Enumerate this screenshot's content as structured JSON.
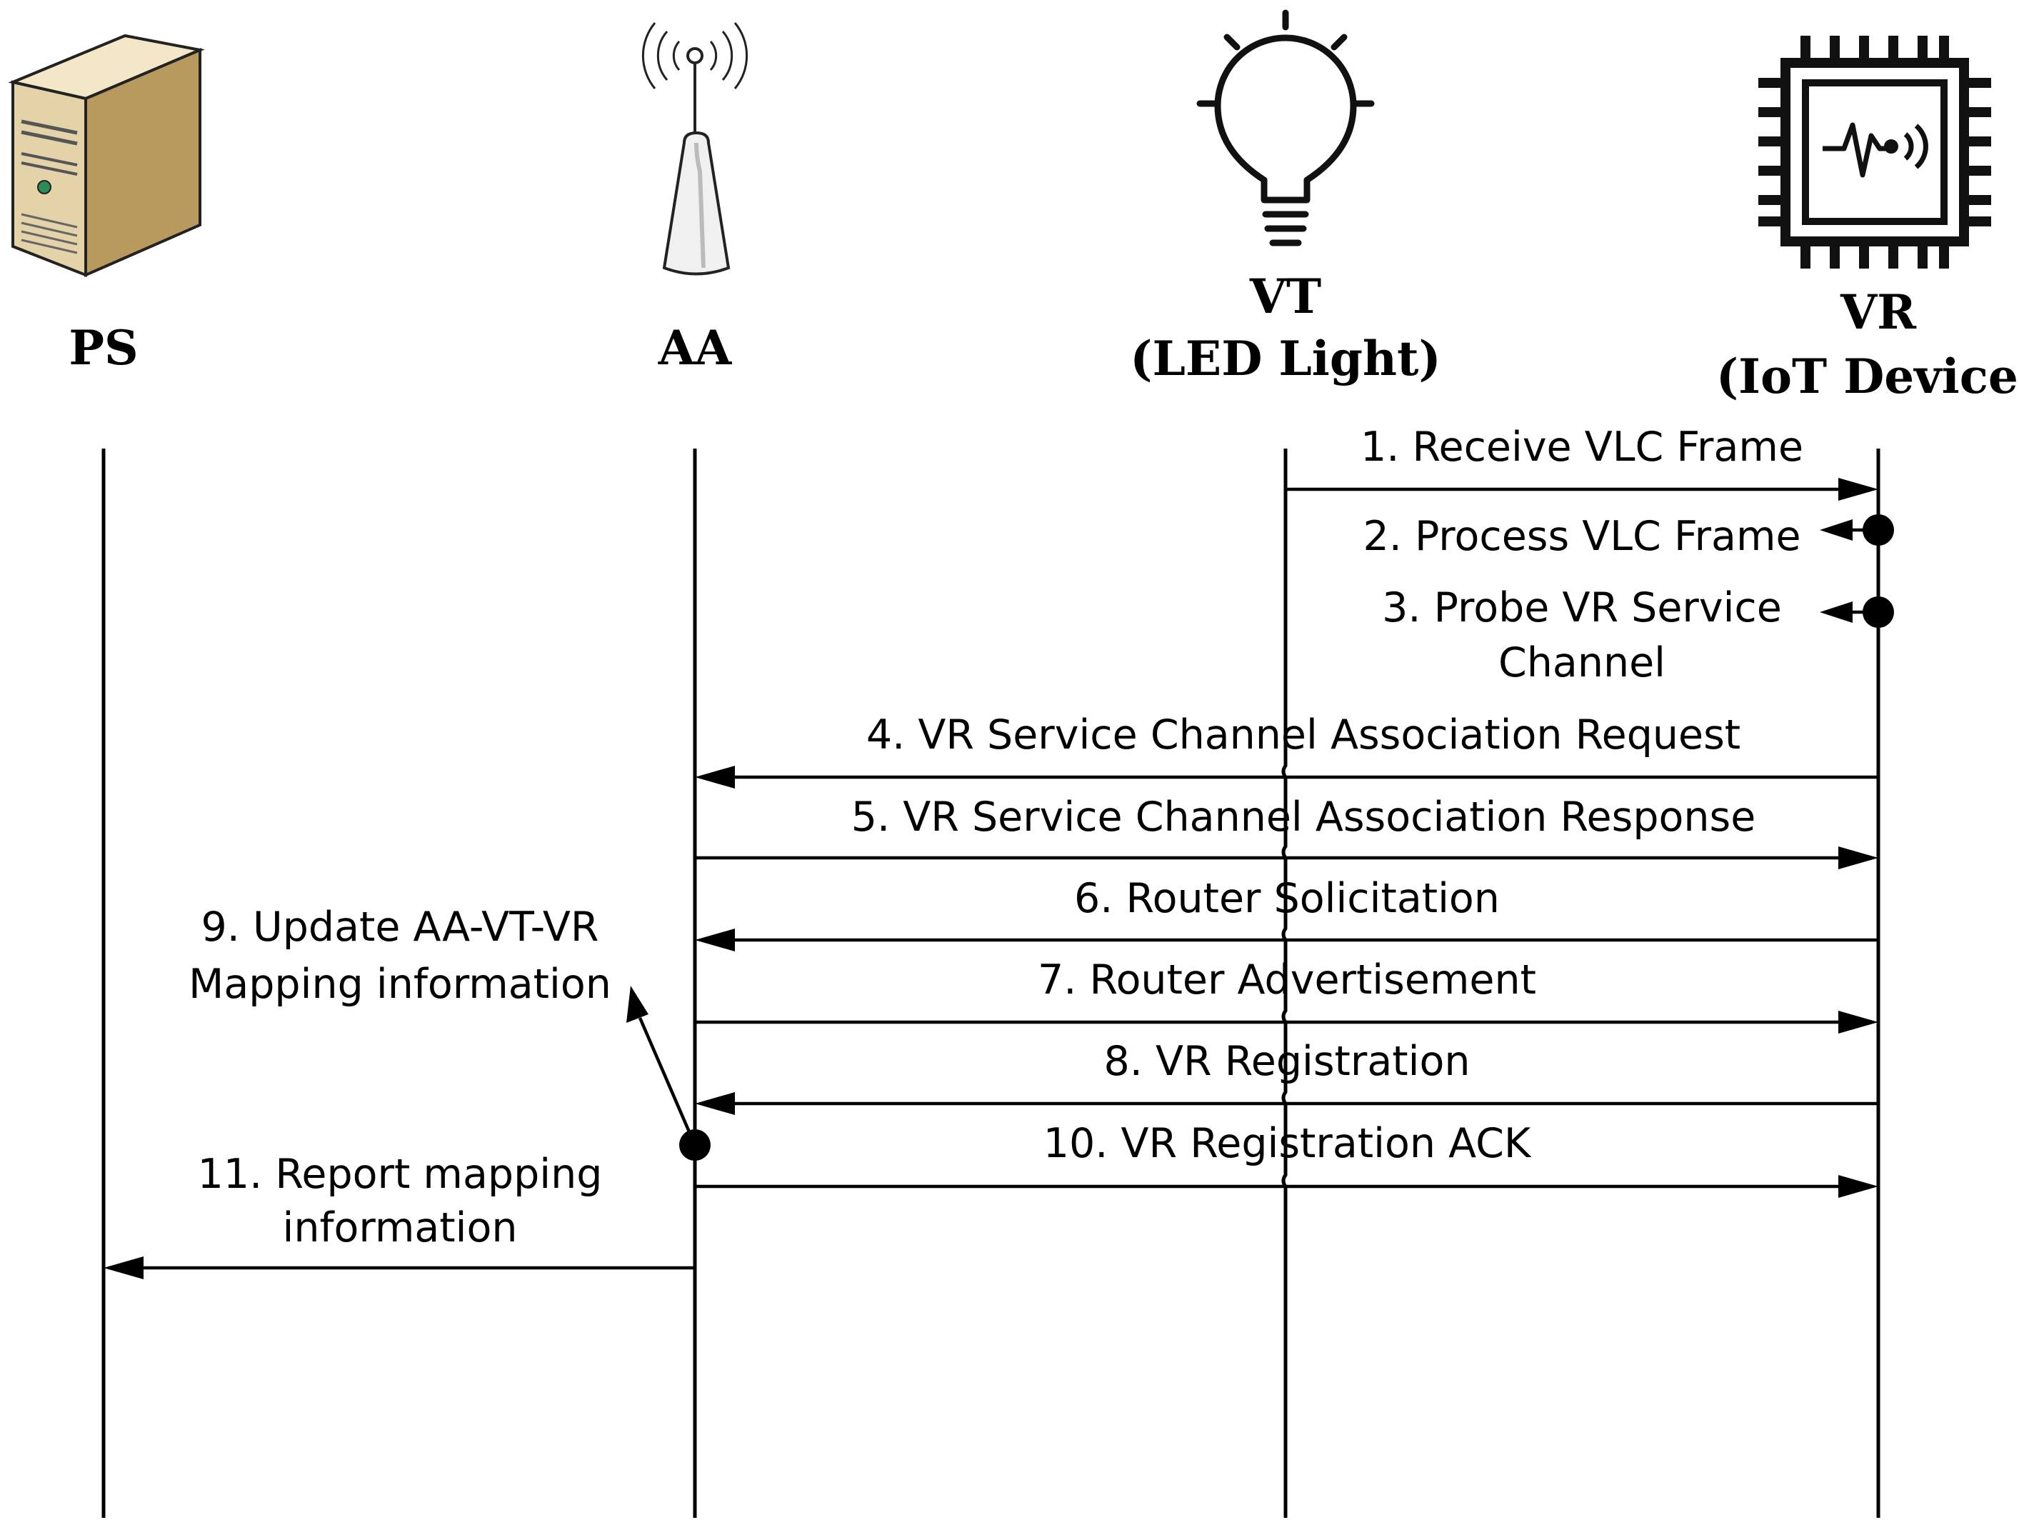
{
  "actors": [
    {
      "id": "ps",
      "label_lines": [
        "PS"
      ],
      "icon": "server-icon"
    },
    {
      "id": "aa",
      "label_lines": [
        "AA"
      ],
      "icon": "access-point-icon"
    },
    {
      "id": "vt",
      "label_lines": [
        "VT",
        "(LED Light)"
      ],
      "icon": "light-bulb-icon"
    },
    {
      "id": "vr",
      "label_lines": [
        "VR",
        "(IoT Device)"
      ],
      "icon": "iot-chip-icon"
    }
  ],
  "messages": [
    {
      "id": "m1",
      "step": 1,
      "label_lines": [
        "1. Receive VLC Frame"
      ],
      "from": "vt",
      "to": "vr",
      "kind": "arrow"
    },
    {
      "id": "m2",
      "step": 2,
      "label_lines": [
        "2. Process VLC Frame"
      ],
      "from": "vr",
      "kind": "self"
    },
    {
      "id": "m3",
      "step": 3,
      "label_lines": [
        "3. Probe VR Service",
        "Channel"
      ],
      "from": "vr",
      "kind": "self"
    },
    {
      "id": "m4",
      "step": 4,
      "label_lines": [
        "4. VR Service Channel Association Request"
      ],
      "from": "vr",
      "to": "aa",
      "kind": "arrow"
    },
    {
      "id": "m5",
      "step": 5,
      "label_lines": [
        "5. VR Service Channel Association Response"
      ],
      "from": "aa",
      "to": "vr",
      "kind": "arrow"
    },
    {
      "id": "m6",
      "step": 6,
      "label_lines": [
        "6. Router Solicitation"
      ],
      "from": "vr",
      "to": "aa",
      "kind": "arrow"
    },
    {
      "id": "m7",
      "step": 7,
      "label_lines": [
        "7. Router Advertisement"
      ],
      "from": "aa",
      "to": "vr",
      "kind": "arrow"
    },
    {
      "id": "m8",
      "step": 8,
      "label_lines": [
        "8. VR Registration"
      ],
      "from": "vr",
      "to": "aa",
      "kind": "arrow"
    },
    {
      "id": "m9",
      "step": 9,
      "label_lines": [
        "9. Update AA-VT-VR",
        "Mapping information"
      ],
      "from": "aa",
      "kind": "self"
    },
    {
      "id": "m10",
      "step": 10,
      "label_lines": [
        "10. VR Registration ACK"
      ],
      "from": "aa",
      "to": "vr",
      "kind": "arrow"
    },
    {
      "id": "m11",
      "step": 11,
      "label_lines": [
        "11. Report mapping",
        "information"
      ],
      "from": "aa",
      "to": "ps",
      "kind": "arrow"
    }
  ]
}
